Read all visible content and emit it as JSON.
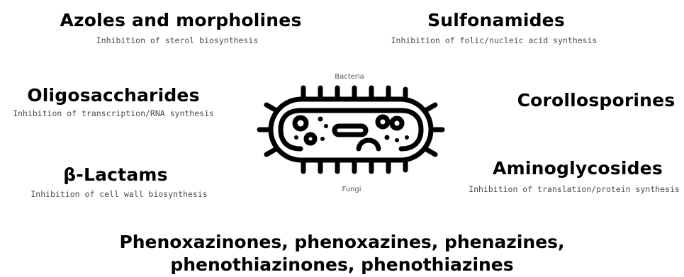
{
  "groups": {
    "azoles": {
      "name": "Azoles and morpholines",
      "desc": "Inhibition of sterol biosynthesis"
    },
    "sulfonamides": {
      "name": "Sulfonamides",
      "desc": "Inhibition of folic/nucleic acid synthesis"
    },
    "oligosaccharides": {
      "name": "Oligosaccharides",
      "desc": "Inhibition of transcription/RNA synthesis"
    },
    "corollosporines": {
      "name": "Corollosporines"
    },
    "beta_lactams": {
      "name": "β-Lactams",
      "desc": "Inhibition of cell wall biosynthesis"
    },
    "aminoglycosides": {
      "name": "Aminoglycosides",
      "desc": "Inhibition of translation/protein synthesis"
    }
  },
  "center": {
    "top_label": "Bacteria",
    "bottom_label": "Fungi",
    "icon": "bacteria-icon"
  },
  "bottom_text": {
    "line1": "Phenoxazinones, phenoxazines, phenazines,",
    "line2": "phenothiazinones, phenothiazines"
  }
}
